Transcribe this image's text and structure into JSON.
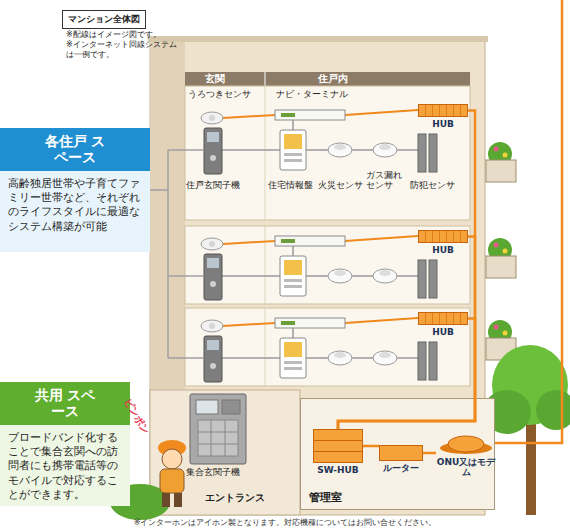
{
  "diagram": {
    "title": "マンション全体図",
    "caption": "※インターホンはアイホン製となります。対応機種についてはお問い合せください。",
    "nodes": [
      {
        "text": [
          "HUB"
        ]
      },
      {
        "text": [
          "各住戸 スペース",
          "高齢独居世帯や子育てファミリー世帯など、それぞれのライフスタイルに最適なシステム構築が可能"
        ]
      },
      {
        "text": [
          "HUB"
        ]
      },
      {
        "text": [
          "HUB"
        ]
      },
      {
        "text": [
          "共用 スペース",
          "ブロードバンド化することで集合玄関への訪問者にも携帯電話等のモバイルで対応することができます。"
        ]
      },
      {
        "text": [
          "管理室"
        ]
      },
      {
        "text": [
          "SW-HUB"
        ],
        "in": 5
      },
      {
        "text": [
          "ルーター"
        ],
        "in": 5
      },
      {
        "text": [
          "ONU又はモデム"
        ],
        "in": 5
      }
    ],
    "edges": [
      {
        "from": 0,
        "to": 6,
        "arrow": "none"
      },
      {
        "from": 2,
        "to": 6,
        "arrow": "none"
      },
      {
        "from": 3,
        "to": 6,
        "arrow": "none"
      },
      {
        "from": 6,
        "to": 7,
        "arrow": "none"
      },
      {
        "from": 7,
        "to": 8,
        "arrow": "none"
      }
    ],
    "labels": [
      "※配線はイメージ図です。",
      "※インターネット回線システムは一例です。",
      "玄関",
      "住戸内",
      "うろつきセンサ",
      "ナビ・ターミナル",
      "住戸玄関子機",
      "住宅情報盤",
      "火災センサ",
      "ガス漏れセンサ",
      "防犯センサ",
      "ピンポン",
      "集合玄関子機",
      "エントランス"
    ]
  }
}
